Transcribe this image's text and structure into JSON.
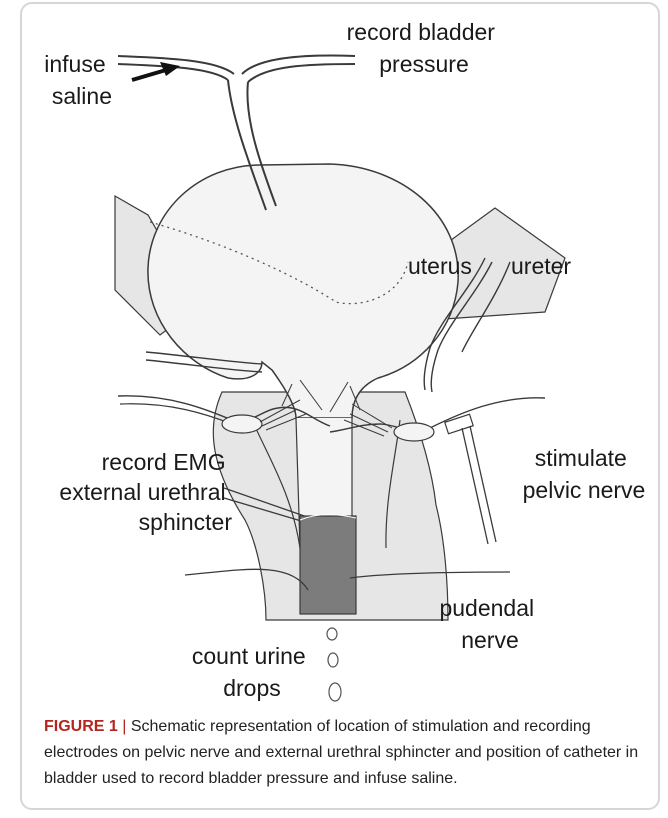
{
  "labels": {
    "infuse_saline": [
      "infuse",
      "saline"
    ],
    "record_bladder_pressure": [
      "record bladder",
      "pressure"
    ],
    "uterus": "uterus",
    "ureter": "ureter",
    "stimulate_pelvic_nerve": [
      "stimulate",
      "pelvic nerve"
    ],
    "record_emg": [
      "record EMG",
      "external urethral",
      "sphincter"
    ],
    "pudendal_nerve": [
      "pudendal",
      "nerve"
    ],
    "count_urine_drops": [
      "count urine",
      "drops"
    ]
  },
  "caption": {
    "figure_label": "FIGURE 1",
    "separator": "|",
    "text": "Schematic representation of location of stimulation and recording electrodes on pelvic nerve and external urethral sphincter and position of catheter in bladder used to record bladder pressure and infuse saline."
  },
  "colors": {
    "tissue_fill": "#e6e6e6",
    "urethra_fill": "#f4f4f4",
    "bladder_fill": "#f4f4f4",
    "cuff_fill": "#7c7c7c",
    "line": "#3a3a3a",
    "caption_accent": "#b3261e"
  }
}
